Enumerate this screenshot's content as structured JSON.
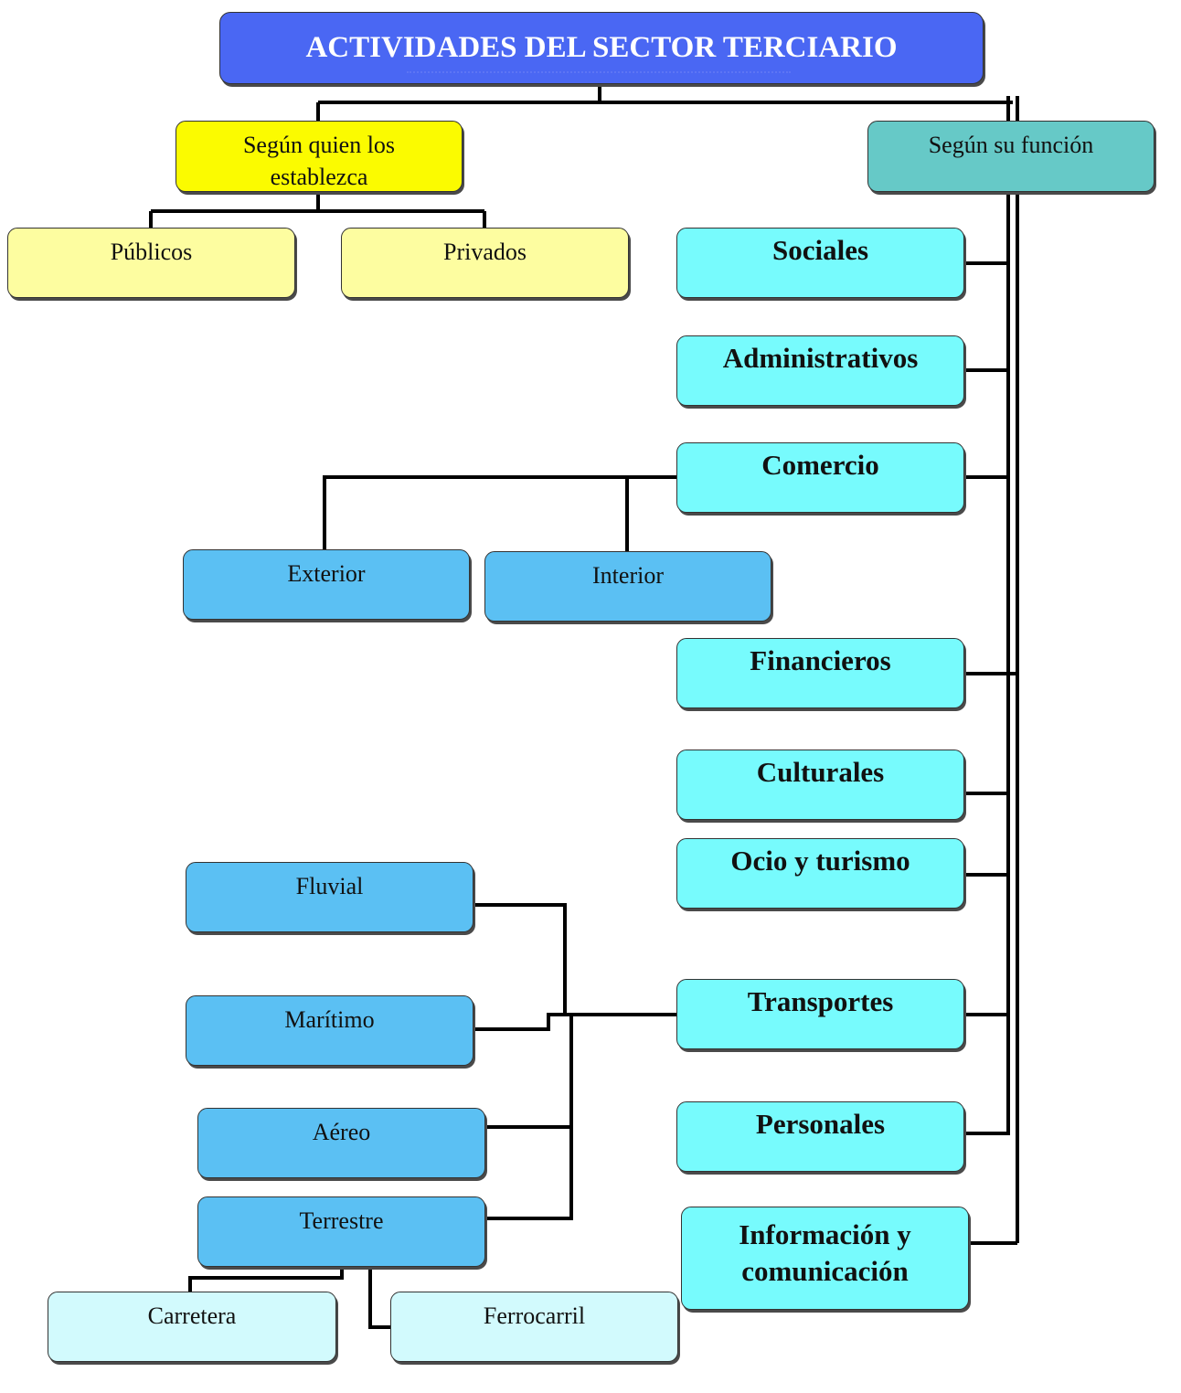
{
  "title": "ACTIVIDADES DEL SECTOR TERCIARIO",
  "colors": {
    "title": "#4a67f3",
    "establish_group": "#fbfb00",
    "establish_items": "#fdfda0",
    "function_group": "#66c9c7",
    "function_items": "#77fbfd",
    "sub_items": "#5bc0f3",
    "transport_sub_items": "#d2fafd"
  },
  "branches": {
    "segun_quien": {
      "label": "Según quien los establezca",
      "children": [
        "Públicos",
        "Privados"
      ]
    },
    "segun_funcion": {
      "label": "Según su función",
      "children": [
        "Sociales",
        "Administrativos",
        "Comercio",
        "Financieros",
        "Culturales",
        "Ocio y turismo",
        "Transportes",
        "Personales",
        "Información y comunicación"
      ]
    }
  },
  "comercio_children": [
    "Exterior",
    "Interior"
  ],
  "transportes_children": [
    "Fluvial",
    "Marítimo",
    "Aéreo",
    "Terrestre"
  ],
  "terrestre_children": [
    "Carretera",
    "Ferrocarril"
  ]
}
